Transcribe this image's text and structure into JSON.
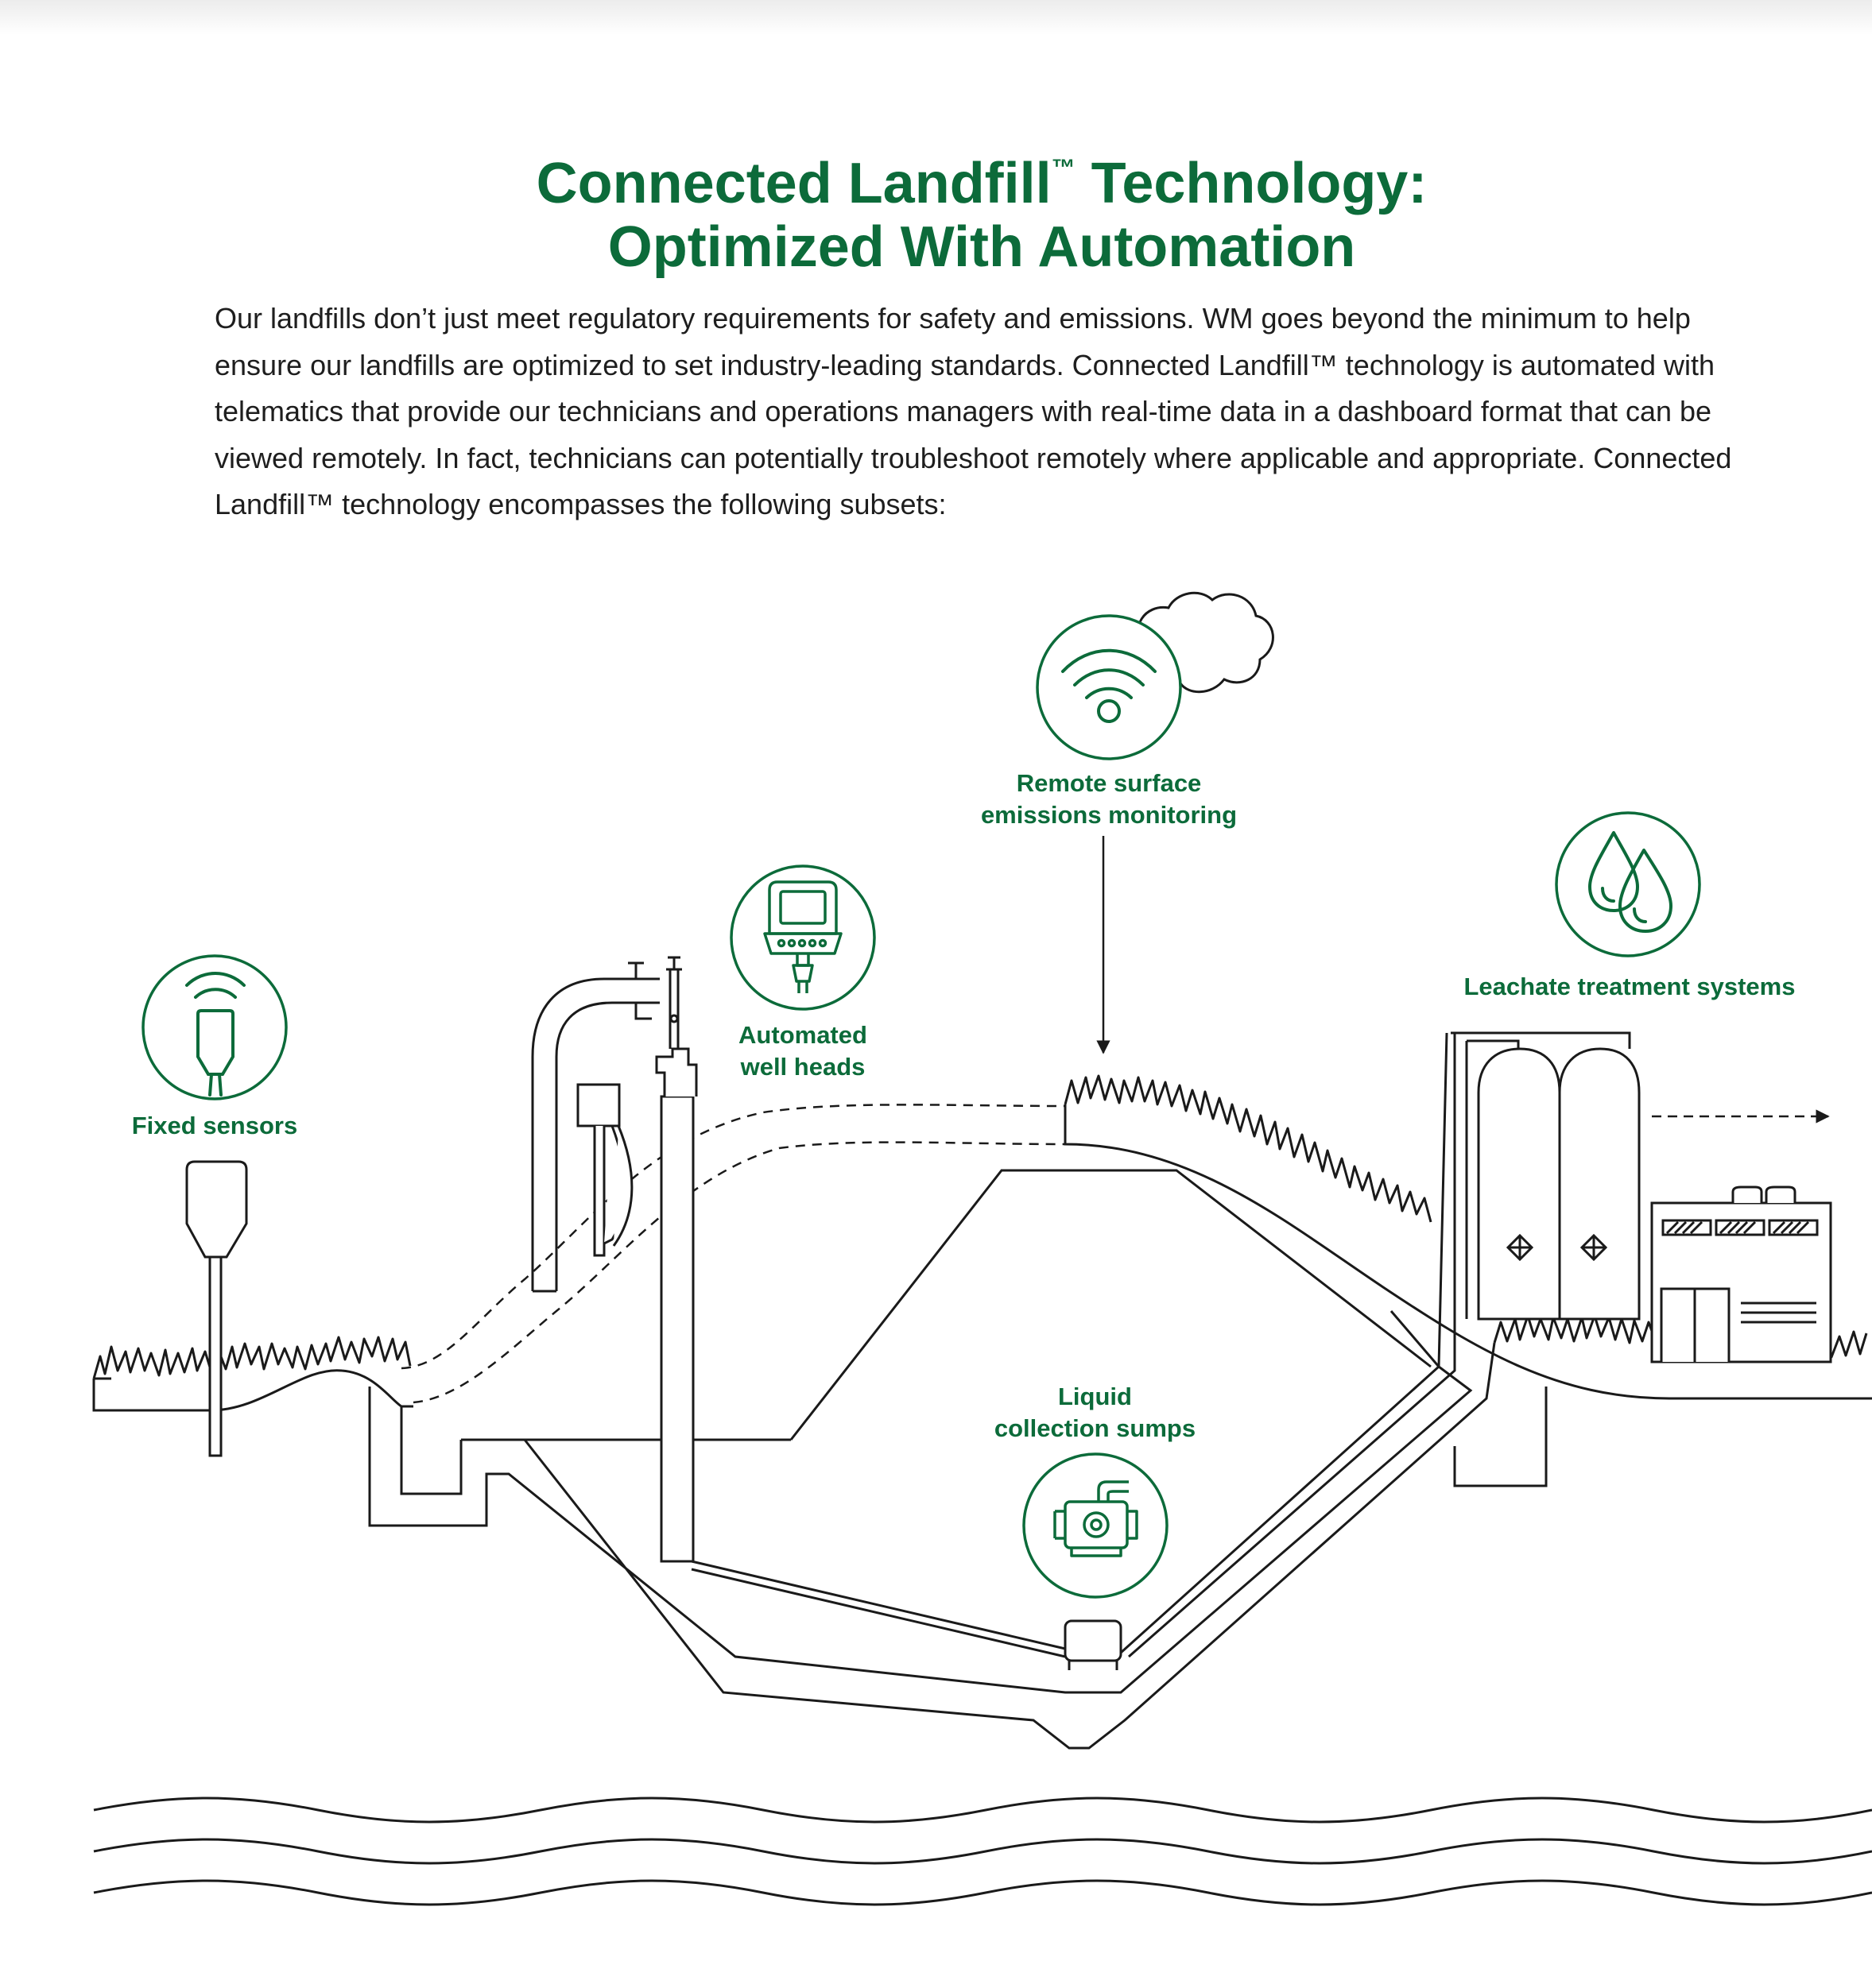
{
  "header": {
    "title_line1": "Connected Landfill",
    "title_tm": "™",
    "title_line1_suffix": " Technology:",
    "title_line2": "Optimized With Automation"
  },
  "intro": {
    "text": "Our landfills don’t just meet regulatory requirements for safety and emissions. WM goes beyond the minimum to help ensure our landfills are optimized to set industry-leading standards. Connected Landfill™ technology is automated with telematics that provide our technicians and operations managers with real-time data in a dashboard format that can be viewed remotely. In fact, technicians can potentially troubleshoot remotely where applicable and appropriate. Connected Landfill™ technology encompasses the following subsets:"
  },
  "labels": {
    "fixed_sensors": "Fixed sensors",
    "well_heads_1": "Automated",
    "well_heads_2": "well heads",
    "remote_1": "Remote surface",
    "remote_2": "emissions monitoring",
    "leachate": "Leachate treatment systems",
    "sumps_1": "Liquid",
    "sumps_2": "collection sumps"
  },
  "colors": {
    "accent_green": "#0c6b3a",
    "line": "#1a1a1a",
    "background": "#ffffff"
  },
  "icons": [
    "wifi-icon",
    "cloud-icon",
    "sensor-icon",
    "controller-icon",
    "water-drops-icon",
    "pump-icon"
  ]
}
